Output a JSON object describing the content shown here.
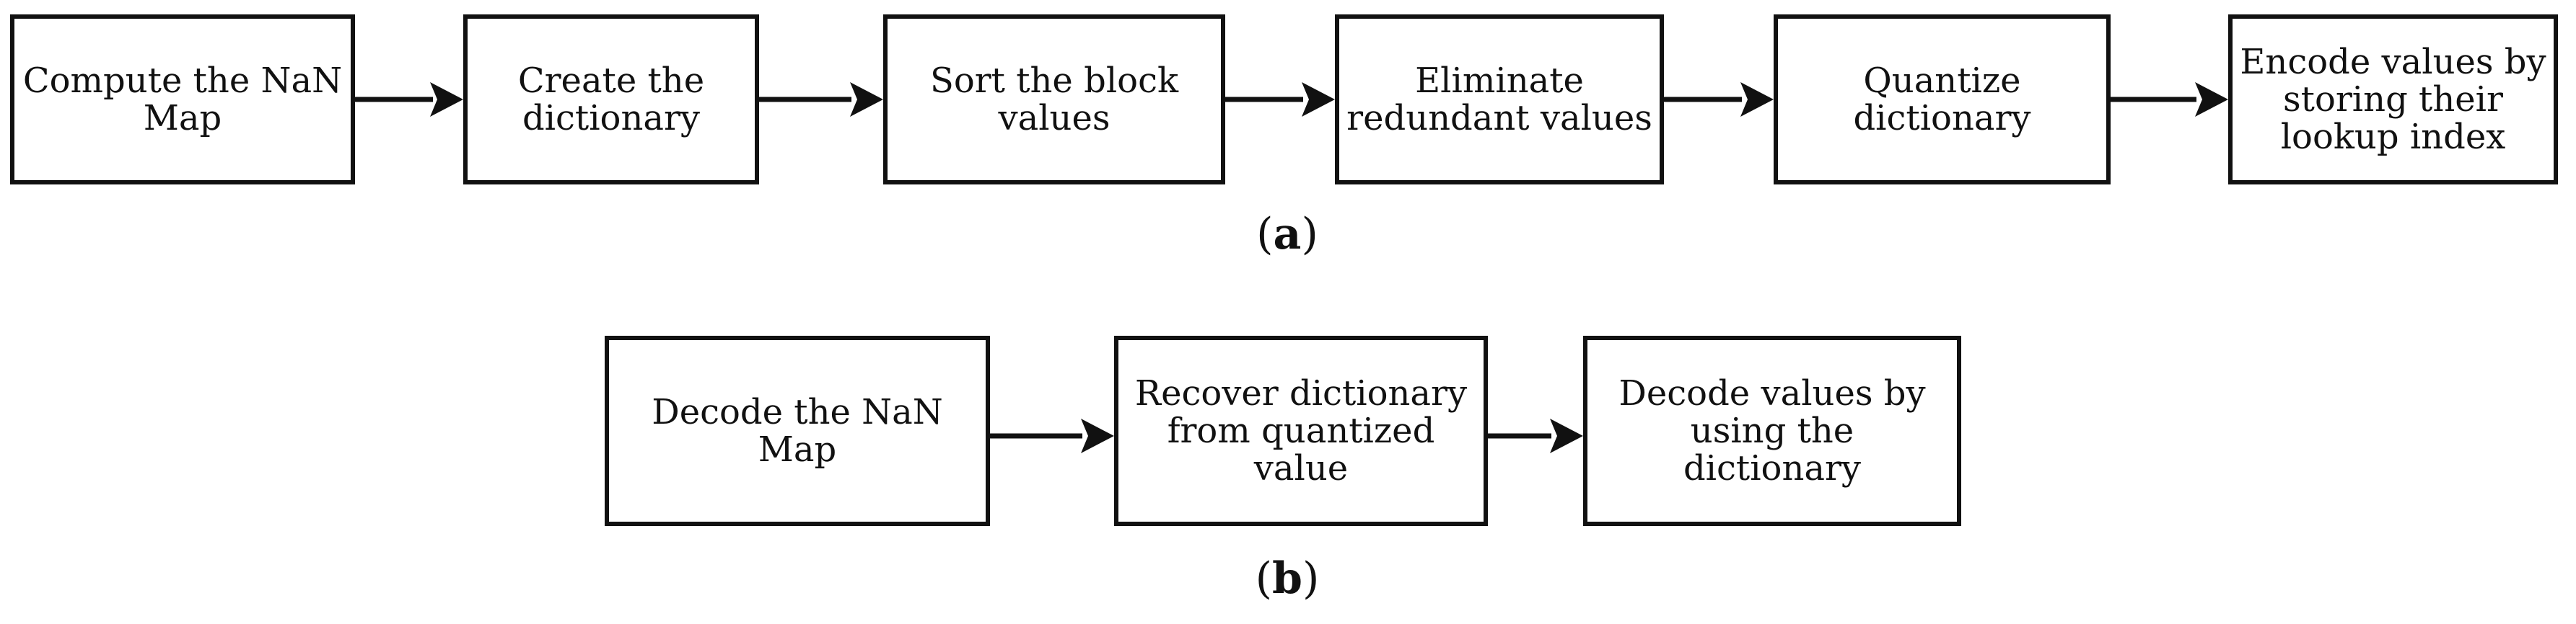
{
  "diagram_a": {
    "caption": {
      "open": "(",
      "letter": "a",
      "close": ")"
    },
    "steps": [
      {
        "label": "Compute the NaN\nMap"
      },
      {
        "label": "Create the\ndictionary"
      },
      {
        "label": "Sort the block\nvalues"
      },
      {
        "label": "Eliminate\nredundant values"
      },
      {
        "label": "Quantize\ndictionary"
      },
      {
        "label": "Encode values by\nstoring their\nlookup index"
      }
    ]
  },
  "diagram_b": {
    "caption": {
      "open": "(",
      "letter": "b",
      "close": ")"
    },
    "steps": [
      {
        "label": "Decode the NaN\nMap"
      },
      {
        "label": "Recover dictionary\nfrom quantized\nvalue"
      },
      {
        "label": "Decode values by\nusing the\ndictionary"
      }
    ]
  },
  "colors": {
    "stroke": "#111111",
    "background": "#ffffff"
  }
}
